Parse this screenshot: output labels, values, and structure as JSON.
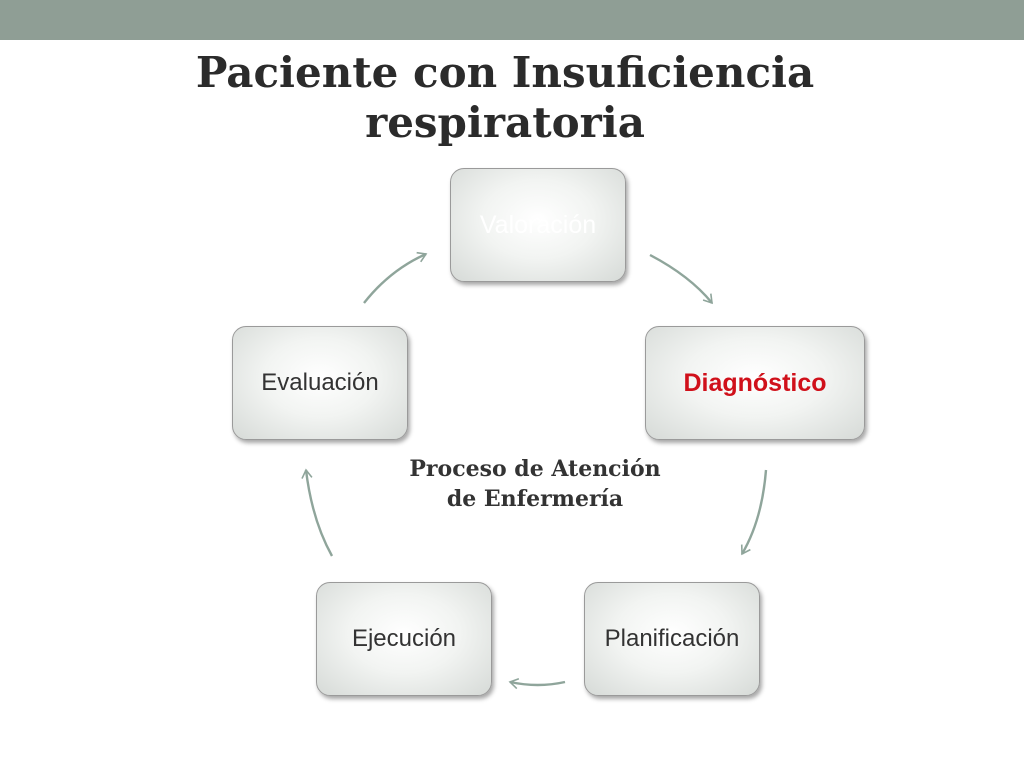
{
  "slide": {
    "title_line1": "Paciente con Insuficiencia",
    "title_line2": "respiratoria"
  },
  "diagram": {
    "center_line1": "Proceso de Atención",
    "center_line2": "de Enfermería",
    "nodes": [
      {
        "label": "Valoración"
      },
      {
        "label": "Diagnóstico",
        "highlight_color": "#d0101a"
      },
      {
        "label": "Planificación"
      },
      {
        "label": "Ejecución"
      },
      {
        "label": "Evaluación"
      }
    ]
  },
  "colors": {
    "top_bar": "#8f9e95",
    "arrow": "#8fa59b",
    "highlight": "#d0101a"
  }
}
